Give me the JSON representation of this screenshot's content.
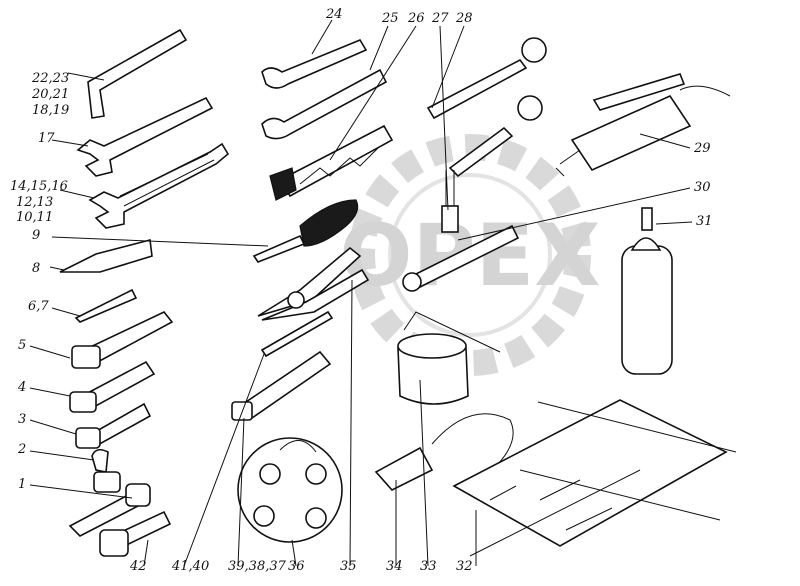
{
  "watermark": {
    "text": "OPEX",
    "color": "#d6d6d6"
  },
  "labels": {
    "l1": "1",
    "l2": "2",
    "l3": "3",
    "l4": "4",
    "l5": "5",
    "l67": "6,7",
    "l8": "8",
    "l9": "9",
    "l1011": "10,11",
    "l1213": "12,13",
    "l141516": "14,15,16",
    "l17": "17",
    "l1819": "18,19",
    "l2021": "20,21",
    "l2223": "22,23",
    "l24": "24",
    "l25": "25",
    "l26": "26",
    "l27": "27",
    "l28": "28",
    "l29": "29",
    "l30": "30",
    "l31": "31",
    "l32": "32",
    "l33": "33",
    "l34": "34",
    "l35": "35",
    "l36": "36",
    "l373839": "39,38,37",
    "l4041": "41,40",
    "l42": "42"
  }
}
